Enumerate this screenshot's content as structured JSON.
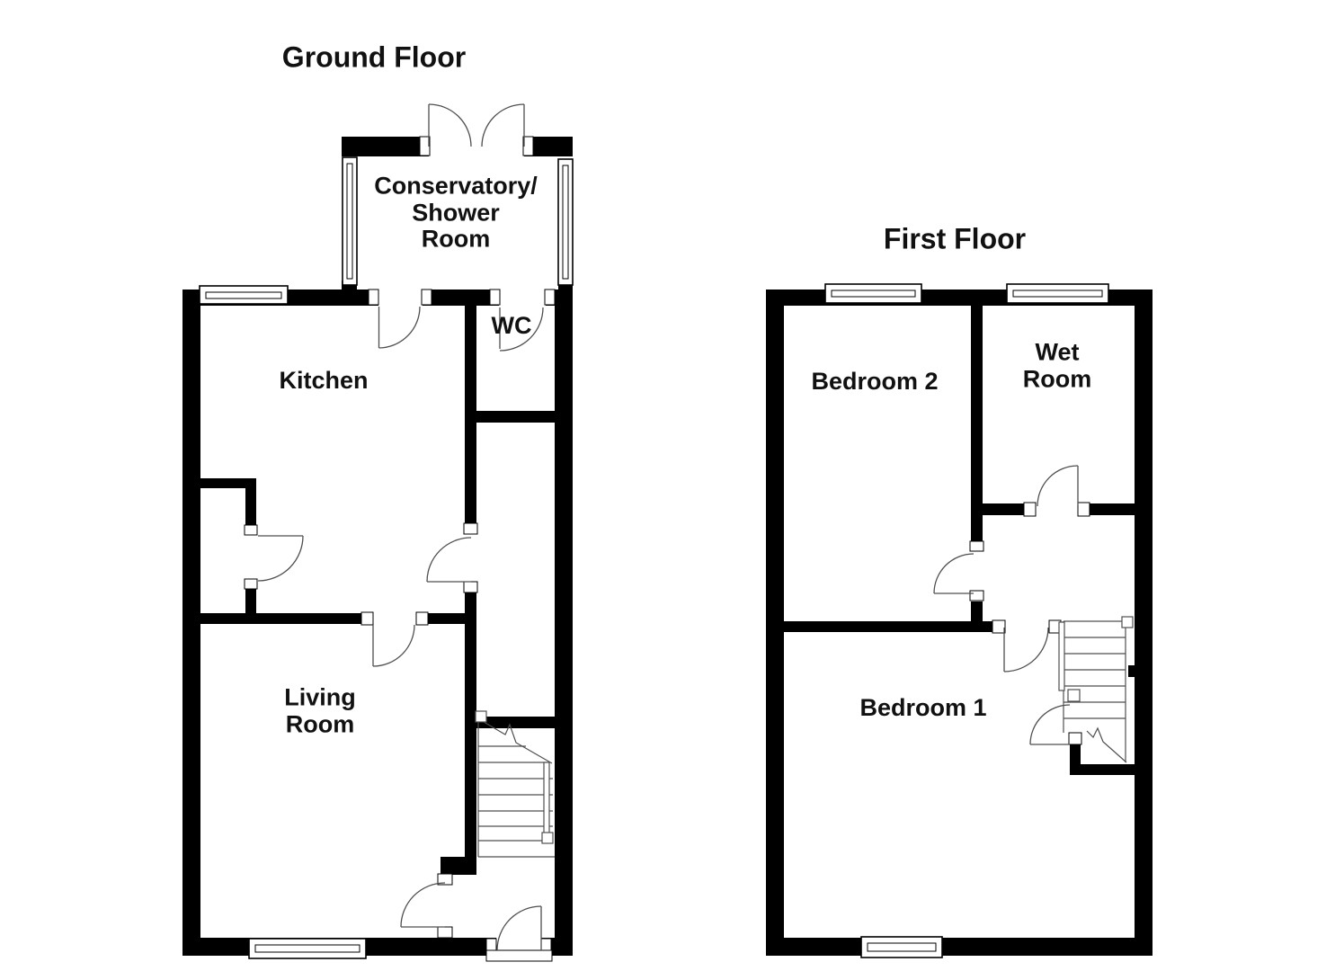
{
  "ground_floor": {
    "title": "Ground Floor",
    "rooms": {
      "conservatory": "Conservatory/\nShower\nRoom",
      "kitchen": "Kitchen",
      "wc": "WC",
      "living_room": "Living\nRoom"
    }
  },
  "first_floor": {
    "title": "First Floor",
    "rooms": {
      "bedroom2": "Bedroom 2",
      "wet_room": "Wet\nRoom",
      "bedroom1": "Bedroom 1"
    }
  },
  "colors": {
    "wall": "#000000",
    "line": "#4f4f4f",
    "background": "#ffffff",
    "text": "#111111"
  }
}
